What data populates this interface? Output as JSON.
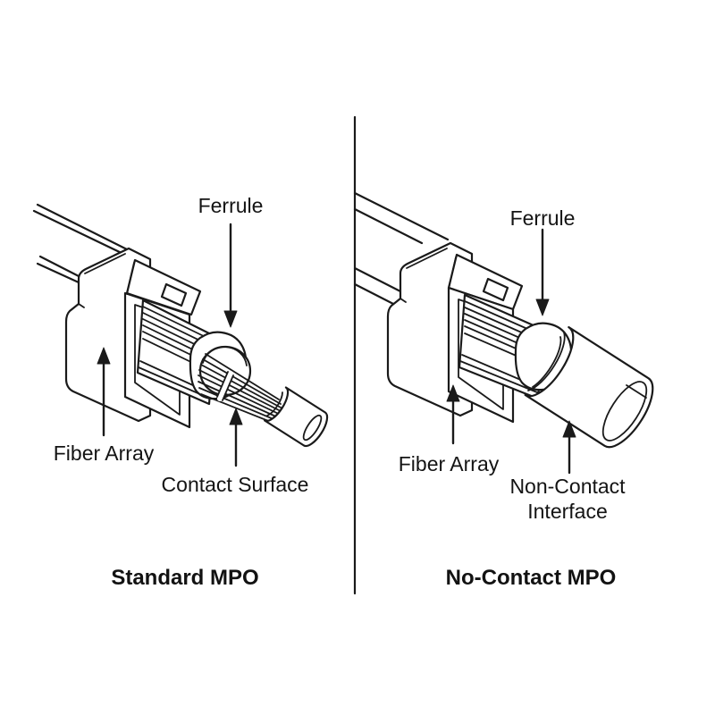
{
  "figure": {
    "type": "technical-line-diagram",
    "subject": "MPO fiber-optic connector comparison",
    "background_color": "#ffffff",
    "line_color": "#1a1a1a",
    "divider": "vertical-center-line",
    "panels": [
      {
        "id": "standard-mpo",
        "title": "Standard MPO",
        "labels": [
          {
            "part": "ferrule",
            "text": "Ferrule"
          },
          {
            "part": "fiber-array",
            "text": "Fiber Array"
          },
          {
            "part": "contact-surface",
            "text": "Contact Surface"
          }
        ]
      },
      {
        "id": "no-contact-mpo",
        "title": "No-Contact MPO",
        "labels": [
          {
            "part": "ferrule",
            "text": "Ferrule"
          },
          {
            "part": "fiber-array",
            "text": "Fiber Array"
          },
          {
            "part": "non-contact-interface",
            "text": "Non-Contact Interface"
          }
        ]
      }
    ]
  }
}
